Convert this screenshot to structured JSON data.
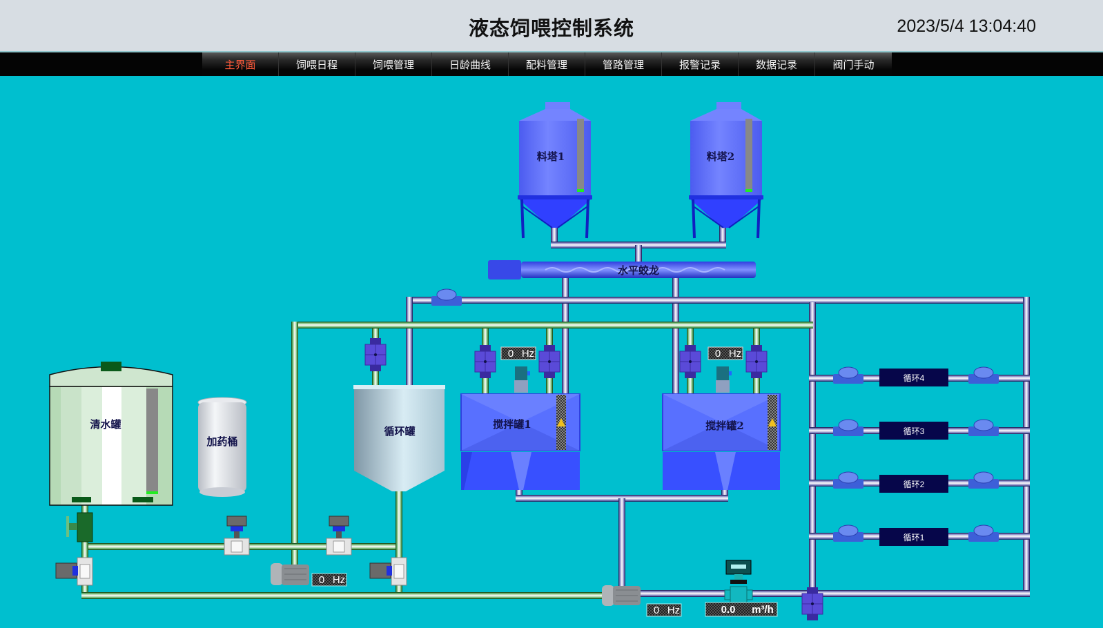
{
  "header": {
    "title": "液态饲喂控制系统",
    "datetime": "2023/5/4 13:04:40"
  },
  "nav": {
    "tabs": [
      {
        "label": "主界面",
        "active": true
      },
      {
        "label": "饲喂日程",
        "active": false
      },
      {
        "label": "饲喂管理",
        "active": false
      },
      {
        "label": "日龄曲线",
        "active": false
      },
      {
        "label": "配料管理",
        "active": false
      },
      {
        "label": "管路管理",
        "active": false
      },
      {
        "label": "报警记录",
        "active": false
      },
      {
        "label": "数据记录",
        "active": false
      },
      {
        "label": "阀门手动",
        "active": false
      }
    ]
  },
  "process": {
    "silos": [
      {
        "label": "料塔1",
        "level_percent": 3
      },
      {
        "label": "料塔2",
        "level_percent": 3
      }
    ],
    "auger": {
      "label": "水平蛟龙"
    },
    "mix_tanks": [
      {
        "label": "搅拌罐1",
        "frequency": "0",
        "unit": "Hz",
        "alarm": true
      },
      {
        "label": "搅拌罐2",
        "frequency": "0",
        "unit": "Hz",
        "alarm": true
      }
    ],
    "water_tank": {
      "label": "清水罐",
      "level_percent": 3
    },
    "dosing_bucket": {
      "label": "加药桶"
    },
    "circulation_tank": {
      "label": "循环罐"
    },
    "circulation_pump": {
      "frequency": "0",
      "unit": "Hz"
    },
    "main_pump": {
      "frequency": "0",
      "unit": "Hz"
    },
    "flowmeter": {
      "value": "0.0",
      "unit": "m³/h"
    },
    "loops": [
      {
        "label": "循环4"
      },
      {
        "label": "循环3"
      },
      {
        "label": "循环2"
      },
      {
        "label": "循环1"
      }
    ]
  },
  "colors": {
    "background": "#00bfcf",
    "active_tab": "#ff5a3a",
    "vessel_blue": "#5a6cff",
    "loop_label_bg": "#06064a",
    "level_indicator": "#22ee22"
  }
}
